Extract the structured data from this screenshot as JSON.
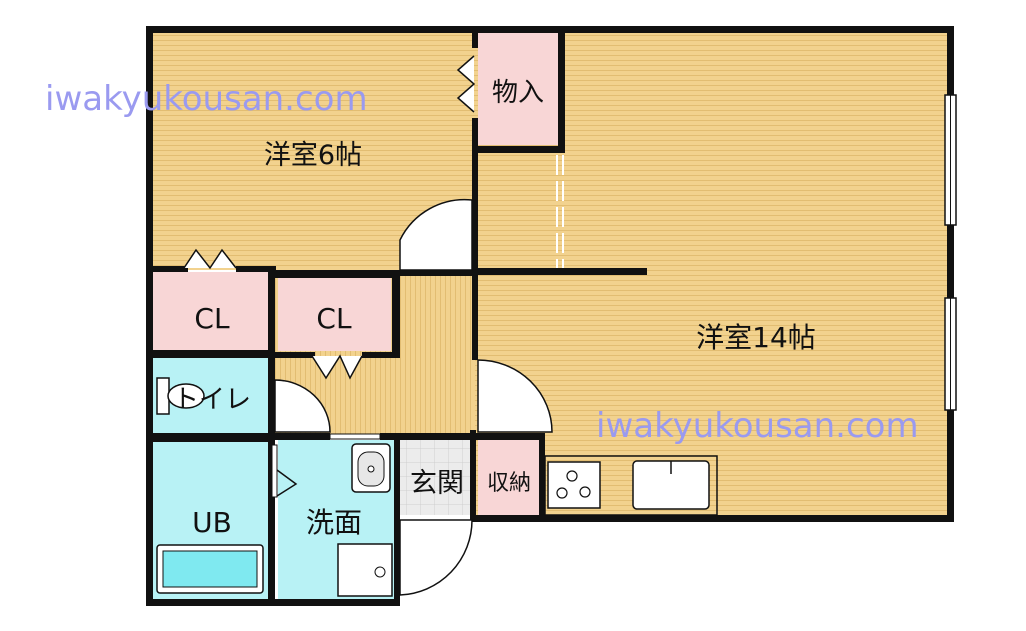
{
  "colors": {
    "wall": "#111111",
    "floor_wood": "#f2d28e",
    "floor_stripe": "#e2bd72",
    "storage": "#f8d6d6",
    "wet": "#b8f2f5",
    "entrance_tile": "#e6e6e6",
    "watermark": "#9a9af0"
  },
  "watermark": "iwakyukousan.com",
  "rooms": {
    "western_6": "洋室6帖",
    "western_14": "洋室14帖",
    "storage_small": "物入",
    "closet_left": "CL",
    "closet_right": "CL",
    "toilet": "トイレ",
    "bath": "UB",
    "washroom": "洗面",
    "entrance": "玄関",
    "shoe_storage": "収納"
  },
  "icons": {
    "toilet": "toilet-icon",
    "bathtub": "bathtub-icon",
    "sink": "washbasin-icon",
    "washer": "washing-machine-pan-icon",
    "stove": "stove-icon",
    "kitchen_sink": "kitchen-sink-icon"
  }
}
